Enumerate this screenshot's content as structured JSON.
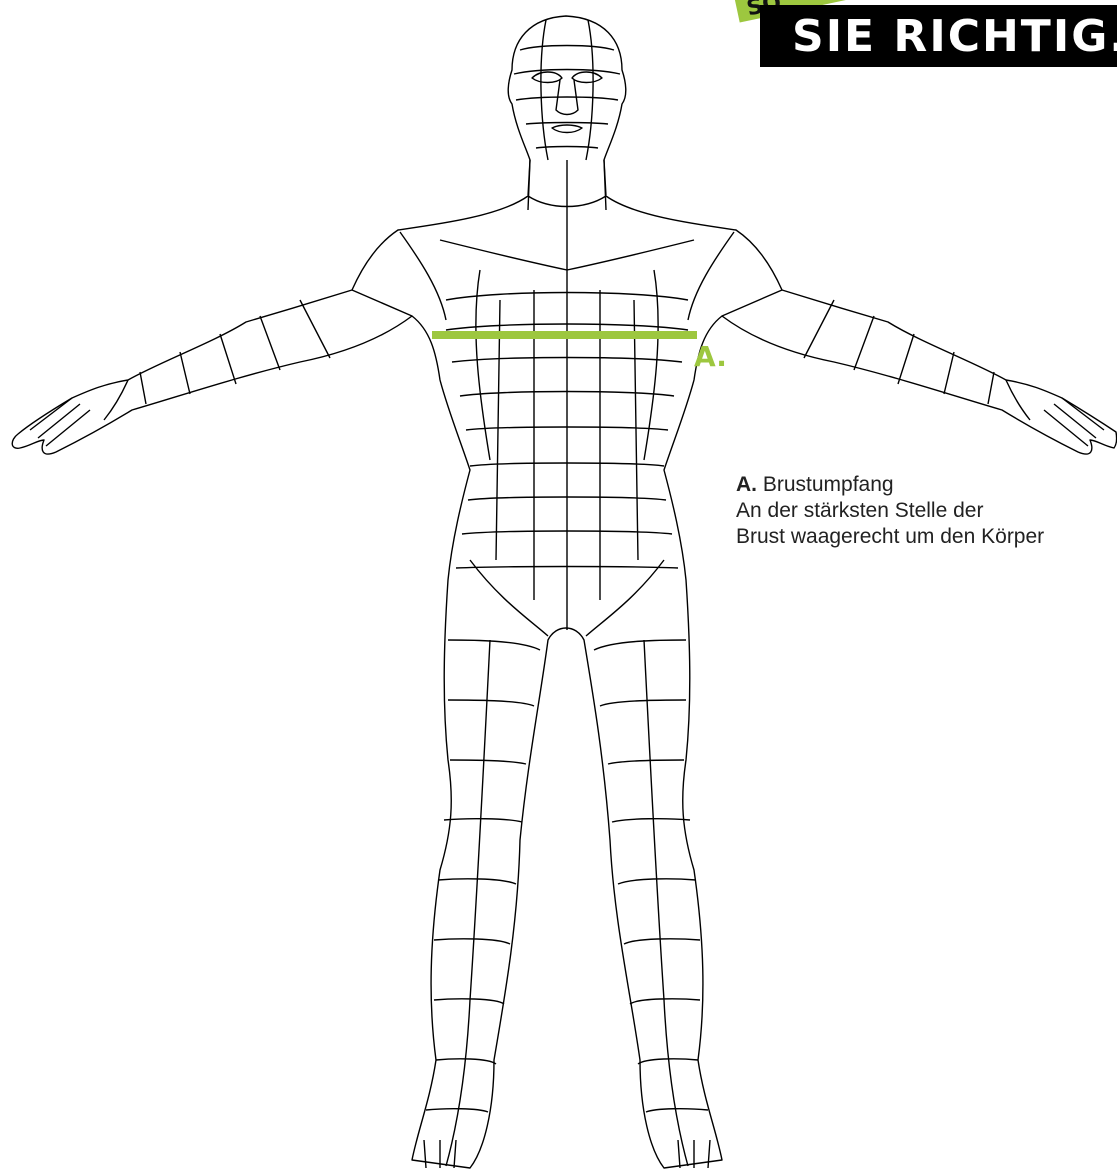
{
  "banner": {
    "tab_text": "SO",
    "title": "SIE RICHTIG."
  },
  "marker": {
    "letter": "A."
  },
  "legend": {
    "letter": "A.",
    "name": "Brustumpfang",
    "line1": "An der stärksten Stelle der",
    "line2": "Brust waagerecht um den Körper"
  },
  "colors": {
    "accent": "#9dc73f",
    "banner_bg": "#000000",
    "outline": "#000000"
  }
}
